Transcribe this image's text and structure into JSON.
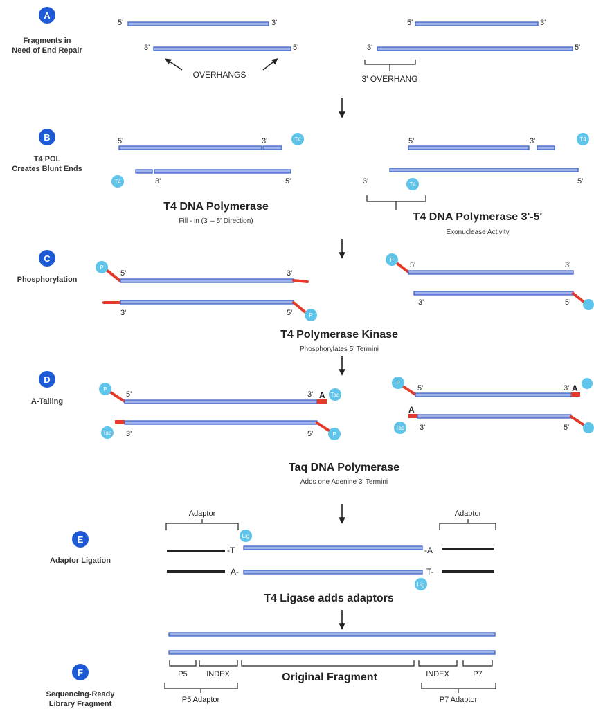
{
  "colors": {
    "strand": "#3f63c8",
    "strand_light": "#9fb3ea",
    "red": "#e33a2a",
    "enzyme": "#5ec4ea",
    "badge": "#1f5ad6",
    "adaptor": "#222222",
    "arrow": "#222222"
  },
  "steps": {
    "A": {
      "letter": "A",
      "label_lines": [
        "Fragments in",
        "Need of End Repair"
      ],
      "overhangs": "OVERHANGS",
      "overhang3": "3' OVERHANG"
    },
    "B": {
      "letter": "B",
      "label_lines": [
        "T4 POL",
        "Creates Blunt Ends"
      ],
      "enzyme": "T4",
      "left_title": "T4 DNA Polymerase",
      "left_sub": "Fill - in (3' – 5' Direction)",
      "right_title": "T4 DNA Polymerase 3'-5'",
      "right_sub": "Exonuclease Activity"
    },
    "C": {
      "letter": "C",
      "label_lines": [
        "Phosphorylation"
      ],
      "p": "P",
      "title": "T4 Polymerase Kinase",
      "sub": "Phosphorylates 5' Termini"
    },
    "D": {
      "letter": "D",
      "label_lines": [
        "A-Tailing"
      ],
      "p": "P",
      "taq": "Taq",
      "A": "A",
      "title": "Taq DNA Polymerase",
      "sub": "Adds one Adenine 3' Termini"
    },
    "E": {
      "letter": "E",
      "label_lines": [
        "Adaptor Ligation"
      ],
      "adaptor": "Adaptor",
      "lig": "Lig",
      "T_left": "-T",
      "A_right": "-A",
      "A_left": "A-",
      "T_right": "T-",
      "title": "T4 Ligase adds adaptors"
    },
    "F": {
      "letter": "F",
      "label_lines": [
        "Sequencing-Ready",
        "Library Fragment"
      ],
      "p5": "P5",
      "index": "INDEX",
      "original": "Original Fragment",
      "p7": "P7",
      "p5_adaptor": "P5 Adaptor",
      "p7_adaptor": "P7 Adaptor"
    }
  },
  "ends": {
    "five": "5'",
    "three": "3'"
  }
}
